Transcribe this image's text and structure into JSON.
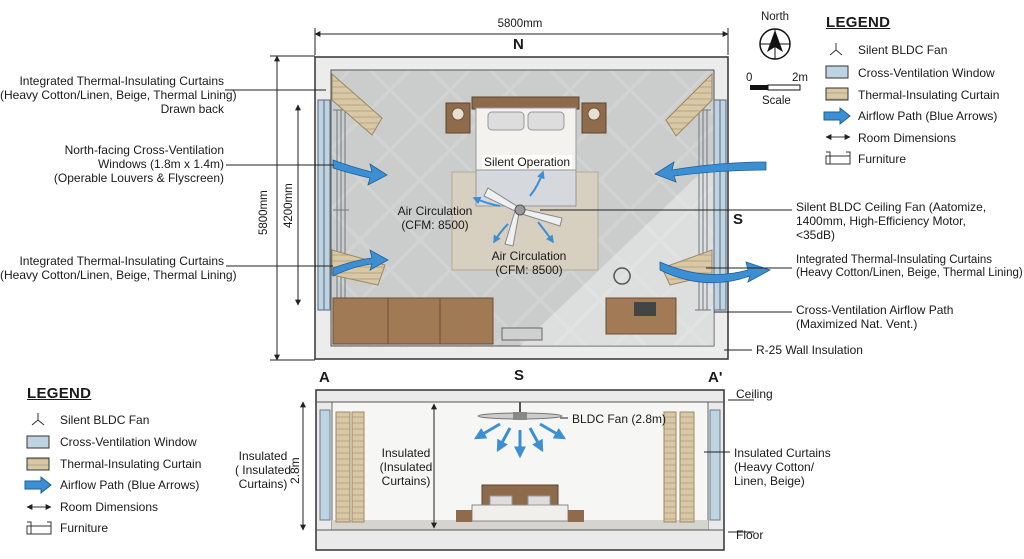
{
  "plan": {
    "width_dim": "5800mm",
    "height_dim": "5800mm",
    "inner_dim": "4200mm",
    "north_label": "N",
    "south_label": "S",
    "east_label": "S",
    "compass": {
      "label": "North",
      "scale_zero": "0",
      "scale_max": "2m",
      "scale_label": "Scale"
    },
    "annotations": {
      "curtains_top": [
        "Integrated Thermal-Insulating Curtains",
        "(Heavy Cotton/Linen, Beige, Thermal Lining)",
        "Drawn back"
      ],
      "windows": [
        "North-facing Cross-Ventilation",
        "Windows (1.8m x 1.4m)",
        "(Operable Louvers & Flyscreen)"
      ],
      "curtains_left": [
        "Integrated Thermal-Insulating Curtains",
        "(Heavy Cotton/Linen, Beige, Thermal Lining)"
      ],
      "silent_operation": "Silent Operation",
      "air_circ_1": [
        "Air Circulation",
        "(CFM: 8500)"
      ],
      "air_circ_2": [
        "Air Circulation",
        "(CFM: 8500)"
      ],
      "fan": [
        "Silent BLDC Ceiling Fan (Aatomize,",
        "1400mm, High-Efficiency Motor,",
        "<35dB)"
      ],
      "curtains_right": [
        "Integrated Thermal-Insulating Curtains",
        "(Heavy Cotton/Linen, Beige, Thermal Lining)"
      ],
      "airflow": [
        "Cross-Ventilation Airflow Path",
        "(Maximized Nat. Vent.)"
      ],
      "wall": "R-25 Wall Insulation"
    }
  },
  "legend_top": {
    "title": "LEGEND",
    "items": [
      "Silent BLDC Fan",
      "Cross-Ventilation Window",
      "Thermal-Insulating Curtain",
      "Airflow Path (Blue Arrows)",
      "Room Dimensions",
      "Furniture"
    ]
  },
  "legend_bottom": {
    "title": "LEGEND",
    "items": [
      "Silent BLDC Fan",
      "Cross-Ventilation Window",
      "Thermal-Insulating Curtain",
      "Airflow Path (Blue Arrows)",
      "Room Dimensions",
      "Furniture"
    ]
  },
  "section": {
    "left_tag": "A",
    "right_tag": "A'",
    "top_tag": "S",
    "ceiling": "Ceiling",
    "floor": "Floor",
    "fan": "BLDC Fan (2.8m)",
    "height": "2.8m",
    "insulated_left": [
      "Insulated",
      "( Insulated",
      "Curtains)"
    ],
    "insulated_mid": [
      "Insulated",
      "(Insulated",
      "Curtains)"
    ],
    "curtains_right": [
      "Insulated Curtains",
      "(Heavy Cotton/",
      "Linen, Beige)"
    ]
  },
  "colors": {
    "airflow": "#3d8fd4",
    "wall": "#e8e8e8",
    "curtain": "#d9c9a8",
    "floor": "#cfd0d0",
    "wood": "#9a7350"
  }
}
